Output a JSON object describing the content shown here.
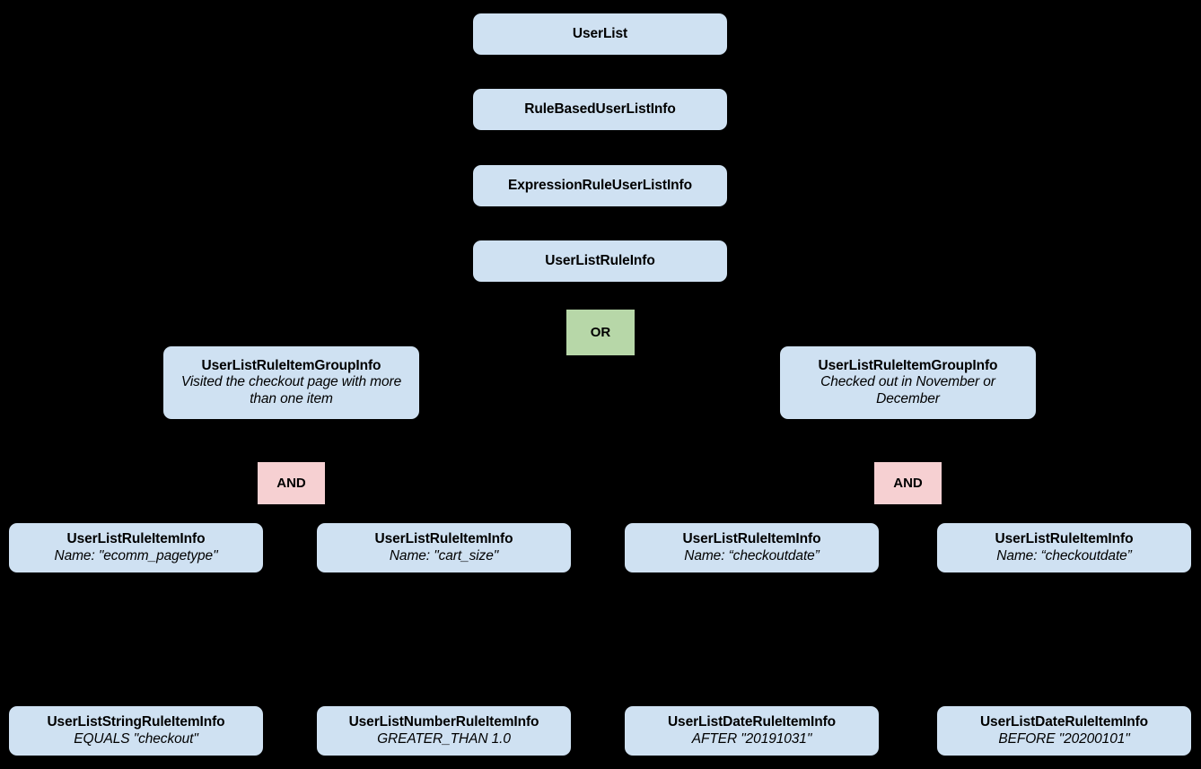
{
  "diagram": {
    "background_color": "#000000",
    "entity_color": "#cfe1f2",
    "or_color": "#b7d7a8",
    "and_color": "#f6d0d2",
    "text_color": "#000000",
    "nodes": {
      "user_list": {
        "title": "UserList",
        "subtitle": ""
      },
      "rule_based_user_list_info": {
        "title": "RuleBasedUserListInfo",
        "subtitle": ""
      },
      "expression_rule_user_list_info": {
        "title": "ExpressionRuleUserListInfo",
        "subtitle": ""
      },
      "user_list_rule_info": {
        "title": "UserListRuleInfo",
        "subtitle": ""
      },
      "or_operator": {
        "title": "OR"
      },
      "group_left": {
        "title": "UserListRuleItemGroupInfo",
        "subtitle": "Visited the checkout page with more than one item"
      },
      "group_right": {
        "title": "UserListRuleItemGroupInfo",
        "subtitle": "Checked out in November or December"
      },
      "and_left": {
        "title": "AND"
      },
      "and_right": {
        "title": "AND"
      },
      "item_1": {
        "title": "UserListRuleItemInfo",
        "subtitle": "Name: \"ecomm_pagetype\""
      },
      "item_2": {
        "title": "UserListRuleItemInfo",
        "subtitle": "Name: \"cart_size\""
      },
      "item_3": {
        "title": "UserListRuleItemInfo",
        "subtitle": "Name: “checkoutdate”"
      },
      "item_4": {
        "title": "UserListRuleItemInfo",
        "subtitle": "Name: “checkoutdate”"
      },
      "leaf_1": {
        "title": "UserListStringRuleItemInfo",
        "subtitle": "EQUALS \"checkout\""
      },
      "leaf_2": {
        "title": "UserListNumberRuleItemInfo",
        "subtitle": "GREATER_THAN 1.0"
      },
      "leaf_3": {
        "title": "UserListDateRuleItemInfo",
        "subtitle": "AFTER \"20191031\""
      },
      "leaf_4": {
        "title": "UserListDateRuleItemInfo",
        "subtitle": "BEFORE \"20200101\""
      }
    }
  }
}
